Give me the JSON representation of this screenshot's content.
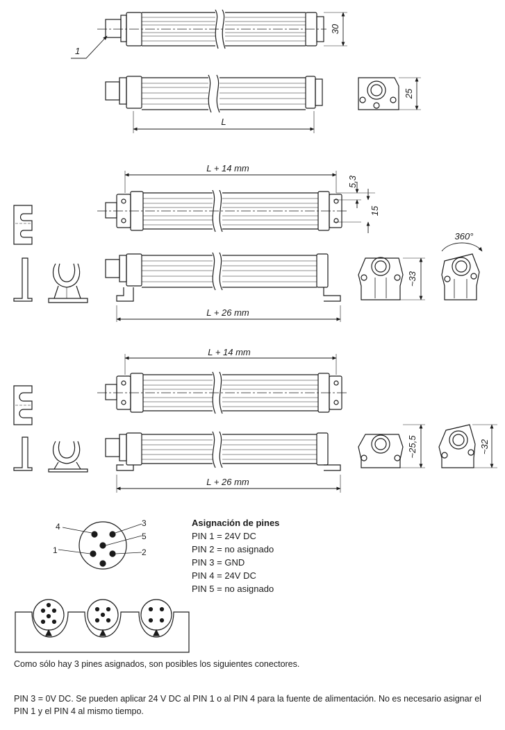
{
  "callout": "1",
  "dims": {
    "h30": "30",
    "h25": "25",
    "L": "L",
    "L14_a": "L + 14 mm",
    "d53": "5,3",
    "d15": "15",
    "d360": "360°",
    "d33": "~33",
    "L26_a": "L + 26 mm",
    "L14_b": "L + 14 mm",
    "d255": "~25,5",
    "d32": "~32",
    "L26_b": "L + 26 mm"
  },
  "pin_diagram": {
    "labels": [
      "4",
      "3",
      "5",
      "1",
      "2"
    ]
  },
  "pin_assignment": {
    "title": "Asignación de pines",
    "lines": [
      "PIN 1 = 24V DC",
      "PIN 2 = no asignado",
      "PIN 3 = GND",
      "PIN 4 = 24V DC",
      "PIN 5 = no asignado"
    ]
  },
  "notes": {
    "connectors": "Como sólo hay 3 pines asignados, son posibles los siguientes conectores.",
    "power": "PIN 3 = 0V DC. Se pueden aplicar 24 V DC al PIN 1 o al PIN 4 para la fuente de alimentación. No es necesario asignar el PIN 1 y el PIN 4 al mismo tiempo."
  }
}
